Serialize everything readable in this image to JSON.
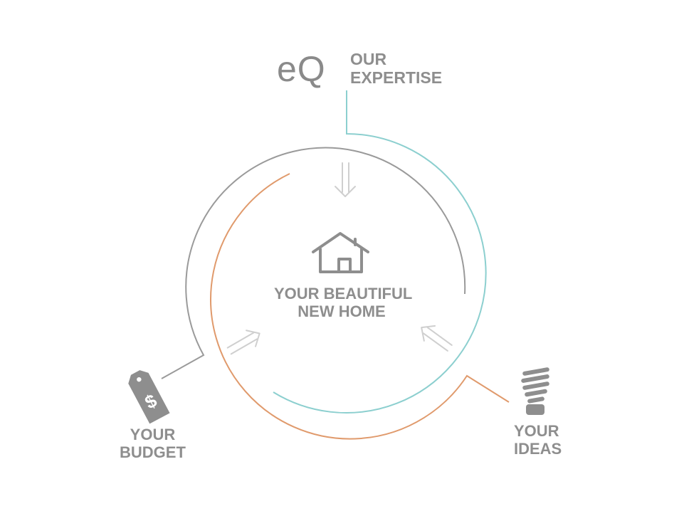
{
  "brand": {
    "logo": "eQ"
  },
  "inputs": {
    "expertise": {
      "line1": "OUR",
      "line2": "EXPERTISE"
    },
    "budget": {
      "line1": "YOUR",
      "line2": "BUDGET"
    },
    "ideas": {
      "line1": "YOUR",
      "line2": "IDEAS"
    }
  },
  "outcome": {
    "line1": "YOUR BEAUTIFUL",
    "line2": "NEW HOME"
  },
  "colors": {
    "expertise": "#8ccfcf",
    "budget": "#9a9a9a",
    "ideas": "#e09a6c",
    "text": "#8e8e8e",
    "arrow": "#cfcfcf"
  },
  "icons": {
    "home": "house-icon",
    "budget": "price-tag-icon",
    "ideas": "light-bulb-icon",
    "flow": "double-arrow-icon"
  }
}
